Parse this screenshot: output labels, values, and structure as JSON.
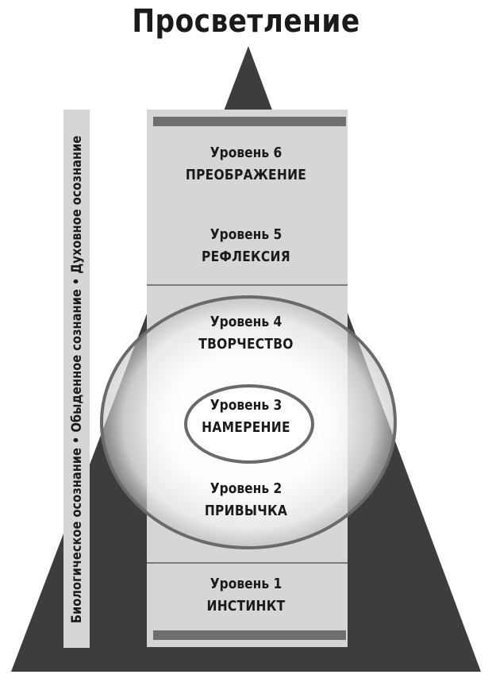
{
  "title": "Просветление",
  "side_label": "Биологическое осознание • Обыденное сознание • Духовное осознание",
  "levels": [
    {
      "num": "Уровень 6",
      "name": "ПРЕОБРАЖЕНИЕ"
    },
    {
      "num": "Уровень 5",
      "name": "РЕФЛЕКСИЯ"
    },
    {
      "num": "Уровень 4",
      "name": "ТВОРЧЕСТВО"
    },
    {
      "num": "Уровень 3",
      "name": "НАМЕРЕНИЕ"
    },
    {
      "num": "Уровень 2",
      "name": "ПРИВЫЧКА"
    },
    {
      "num": "Уровень 1",
      "name": "ИНСТИНКТ"
    }
  ],
  "colors": {
    "pyramid": "#3d3d3d",
    "panel": "#d6d6d6",
    "panel_dark_bar": "#6e6e6e",
    "ring": "#6a6a6a",
    "text": "#1a1a1a"
  }
}
